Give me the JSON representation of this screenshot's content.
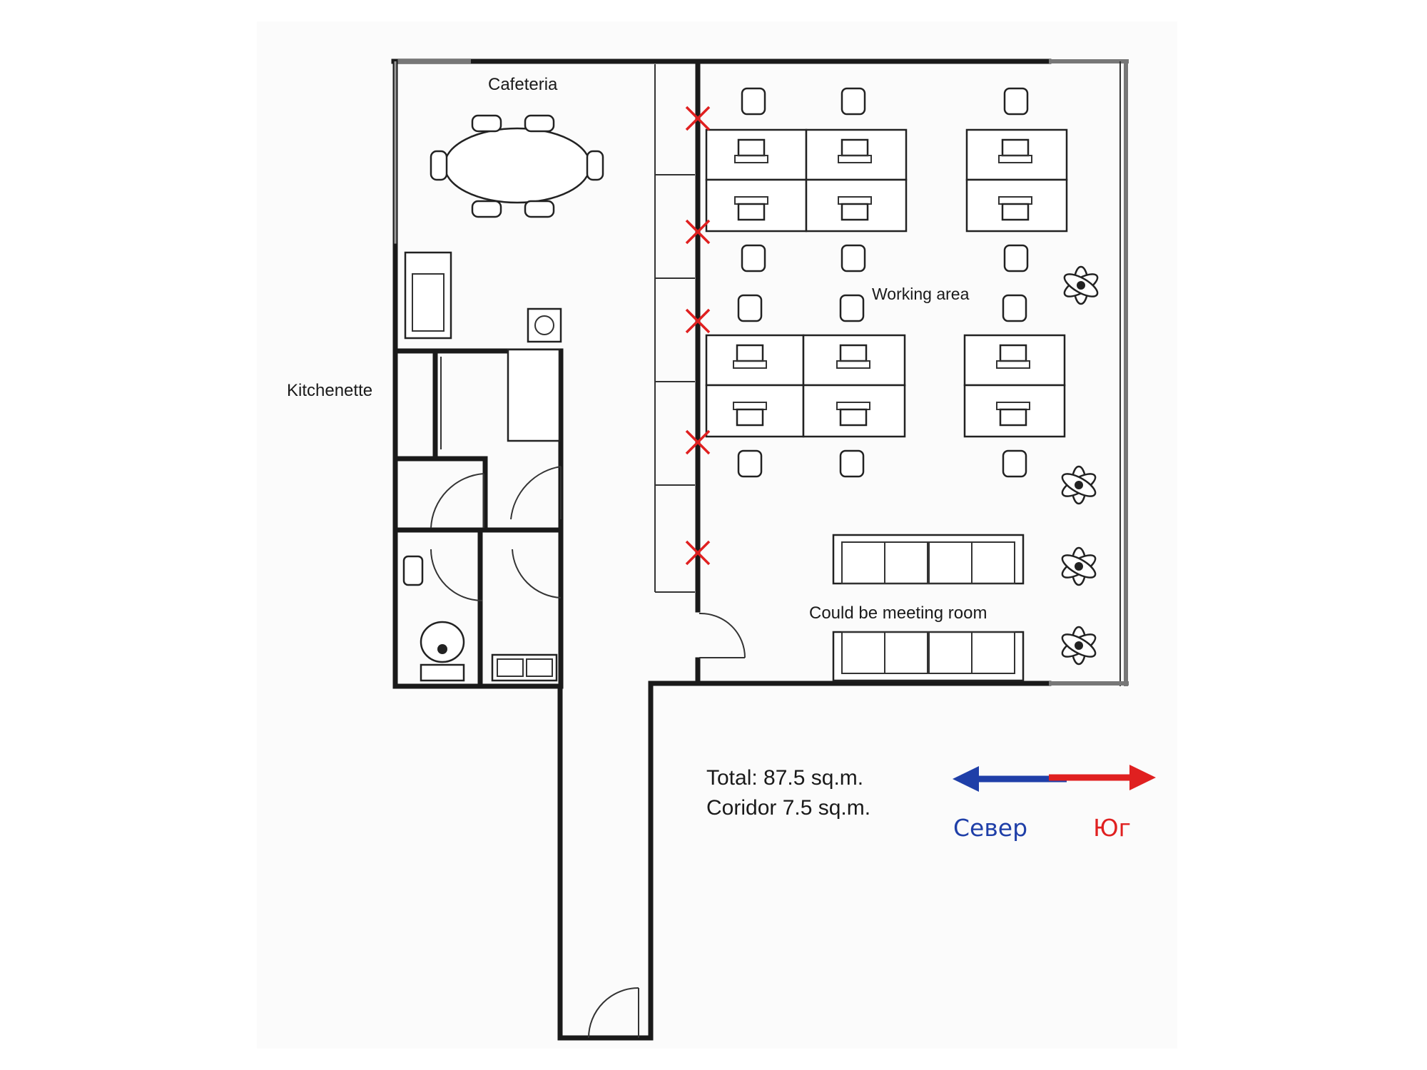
{
  "rooms": {
    "cafeteria": "Cafeteria",
    "kitchenette": "Kitchenette",
    "working_area": "Working area",
    "meeting_room": "Could be meeting room"
  },
  "totals": {
    "total": "Total: 87.5 sq.m.",
    "corridor": "Coridor 7.5 sq.m."
  },
  "compass": {
    "north": "Север",
    "south": "Юг",
    "north_color": "#1f3fa8",
    "south_color": "#e02020"
  },
  "markers": {
    "count": 5,
    "color": "#e02020"
  }
}
